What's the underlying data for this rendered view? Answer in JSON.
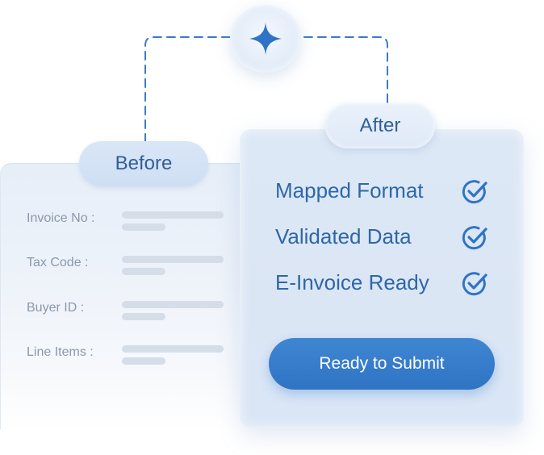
{
  "colors": {
    "accent": "#2f74c4",
    "label_blue": "#2e67a8",
    "muted_text": "#8a98ab",
    "placeholder_bar": "#d5dde8",
    "connector": "#3a7bc8"
  },
  "icons": {
    "sparkle": "four-point-star-icon",
    "check": "check-circle-icon"
  },
  "before": {
    "title": "Before",
    "fields": [
      {
        "label": "Invoice No :"
      },
      {
        "label": "Tax Code :"
      },
      {
        "label": "Buyer ID :"
      },
      {
        "label": "Line Items :"
      }
    ]
  },
  "after": {
    "title": "After",
    "items": [
      {
        "label": "Mapped Format"
      },
      {
        "label": "Validated Data"
      },
      {
        "label": "E-Invoice Ready"
      }
    ],
    "button_label": "Ready to Submit"
  }
}
